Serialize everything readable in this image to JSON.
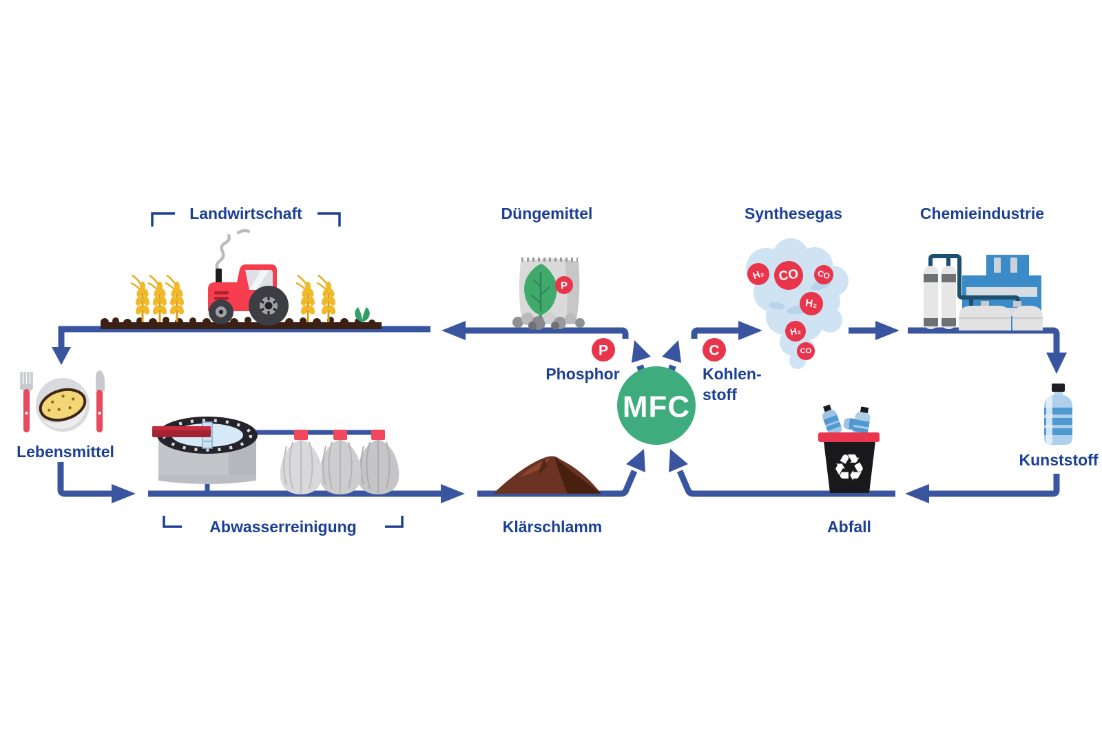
{
  "palette": {
    "rail_blue": "#3a55a0",
    "label_navy": "#1b3f94",
    "mfc_green": "#3eac7c",
    "badge_red": "#e8354b",
    "cloud_blue": "#cfe3f2",
    "tractor_red": "#f73e4f",
    "wheat_gold": "#f0b929",
    "soil_brown": "#3a2113",
    "sludge_brown": "#6b3322",
    "building_blue": "#3b8bc8",
    "bottle_blue": "#aed0ec",
    "bottle_stripe": "#4f99d1",
    "bin_black": "#19191c",
    "lid_red": "#e8364e",
    "bag_gray": "#d9d9db",
    "handle_red": "#e8495c",
    "skimmer_red": "#a32332",
    "water_blue": "#d6e9f6"
  },
  "nodes": {
    "landwirtschaft": {
      "label": "Landwirtschaft"
    },
    "duengemittel": {
      "label": "Düngemittel"
    },
    "synthesegas": {
      "label": "Synthesegas",
      "gases": [
        {
          "label": "H₂"
        },
        {
          "label": "CO"
        },
        {
          "label": "CO"
        },
        {
          "label": "H₂"
        },
        {
          "label": "H₂"
        },
        {
          "label": "CO"
        }
      ]
    },
    "chemieindustrie": {
      "label": "Chemieindustrie"
    },
    "kunststoff": {
      "label": "Kunststoff"
    },
    "abfall": {
      "label": "Abfall",
      "recycle_icon": "♻"
    },
    "klaerschlamm": {
      "label": "Klärschlamm"
    },
    "abwasserreinigung": {
      "label": "Abwasserreinigung"
    },
    "lebensmittel": {
      "label": "Lebensmittel"
    },
    "mfc": {
      "label": "MFC"
    },
    "phosphor": {
      "label": "Phosphor",
      "badge": "P"
    },
    "kohlenstoff": {
      "label_line1": "Kohlen-",
      "label_line2": "stoff",
      "badge": "C"
    },
    "fertilizer_badge": {
      "label": "P"
    }
  }
}
